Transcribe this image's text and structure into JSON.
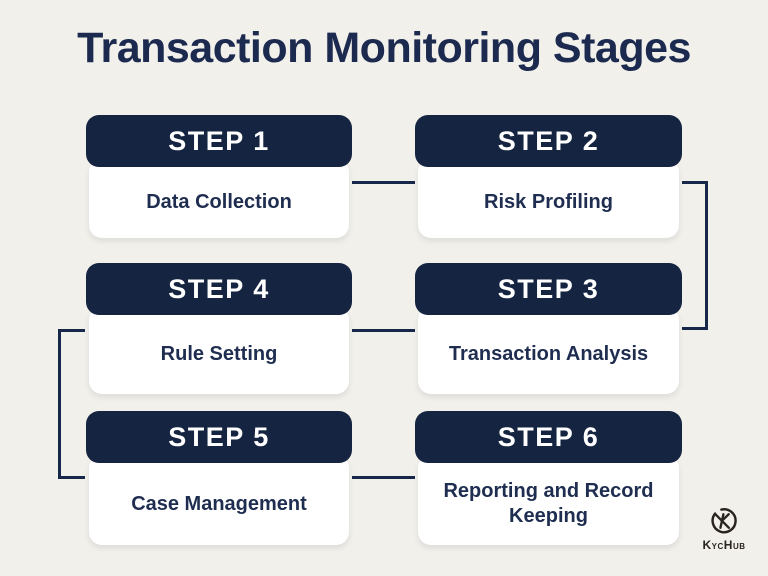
{
  "title": "Transaction Monitoring Stages",
  "steps": [
    {
      "label": "STEP 1",
      "name": "Data Collection"
    },
    {
      "label": "STEP 2",
      "name": "Risk Profiling"
    },
    {
      "label": "STEP 3",
      "name": "Transaction Analysis"
    },
    {
      "label": "STEP 4",
      "name": "Rule Setting"
    },
    {
      "label": "STEP 5",
      "name": "Case Management"
    },
    {
      "label": "STEP 6",
      "name": "Reporting and Record Keeping"
    }
  ],
  "flow_order": [
    "STEP 1",
    "STEP 2",
    "STEP 3",
    "STEP 4",
    "STEP 5",
    "STEP 6"
  ],
  "logo": {
    "brand": "KycHub",
    "icon": "k-in-circle-icon"
  },
  "colors": {
    "background": "#F2F0EB",
    "header_navy": "#152441",
    "text_navy": "#1E2D50",
    "connector_navy": "#16274A",
    "box_white": "#FFFFFF",
    "logo_dark": "#2A2420"
  }
}
